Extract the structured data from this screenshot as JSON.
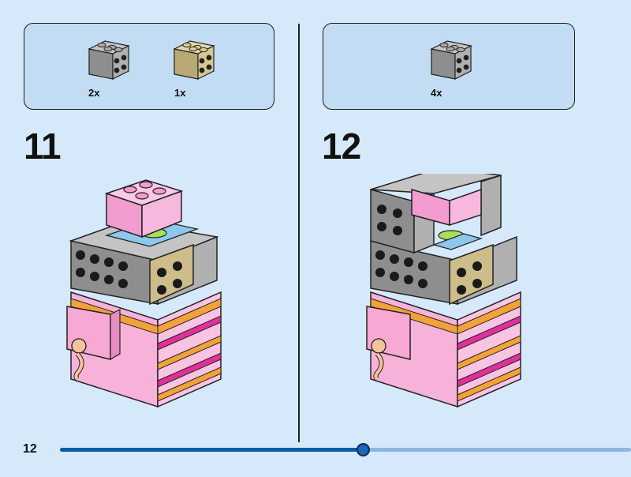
{
  "step_left": {
    "number": "11",
    "parts": [
      {
        "qty": "2x",
        "color": "#8a8a8a",
        "icon": "gray-2x2-brick-icon"
      },
      {
        "qty": "1x",
        "color": "#c9b98a",
        "icon": "tan-2x2-brick-icon"
      }
    ]
  },
  "step_right": {
    "number": "12",
    "parts": [
      {
        "qty": "4x",
        "color": "#8a8a8a",
        "icon": "gray-2x2-brick-icon"
      }
    ]
  },
  "page": {
    "number": "12",
    "progress": 0.53
  },
  "colors": {
    "background": "#d6e9fa",
    "panel": "#c2ddf3",
    "gray_brick": "#9a9a9a",
    "tan_brick": "#c9b98a",
    "pink_brick": "#f4a9d4",
    "magenta": "#e0309a",
    "orange": "#f2a23a",
    "skin": "#f5c39a",
    "lime": "#a8e05a",
    "light_blue": "#8dc7ec"
  }
}
